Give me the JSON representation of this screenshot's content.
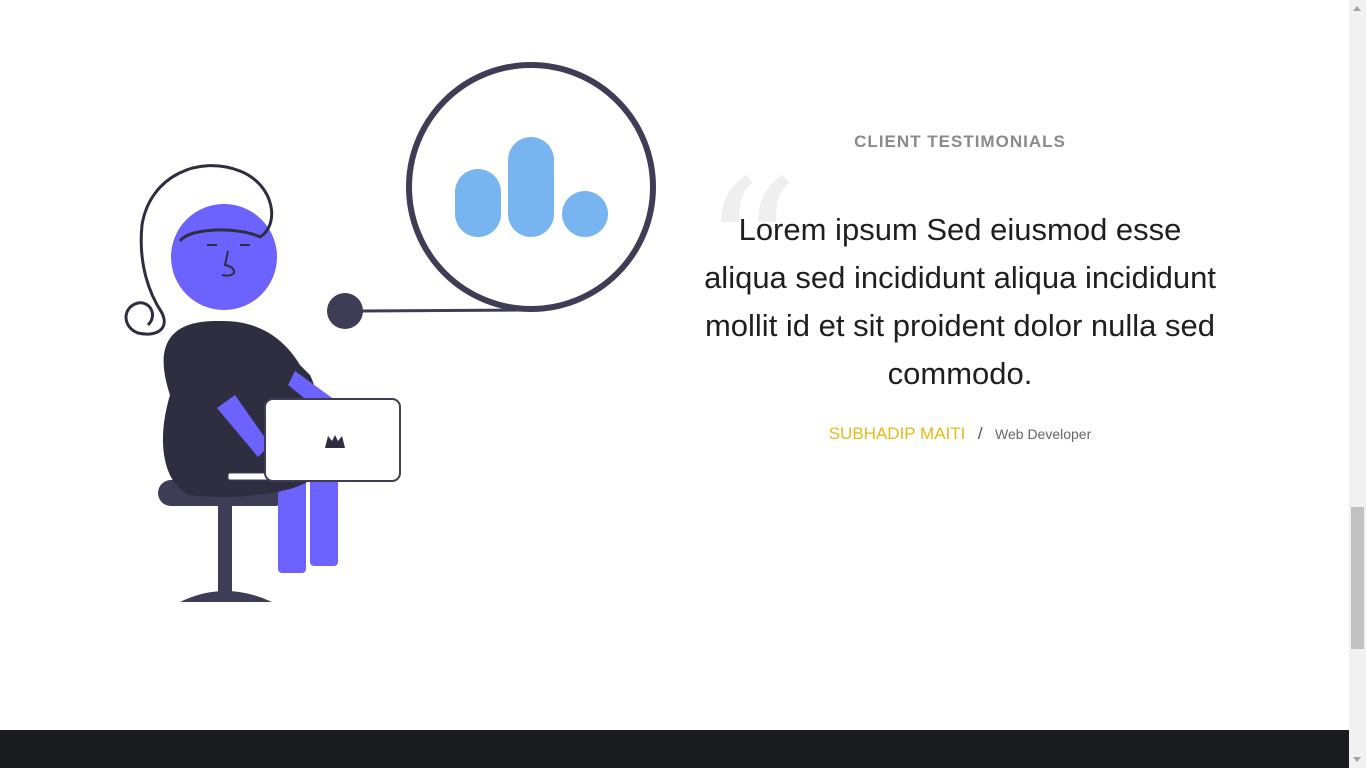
{
  "testimonials": {
    "section_label": "CLIENT TESTIMONIALS",
    "quote_mark": "“",
    "quote": "Lorem ipsum Sed eiusmod esse aliqua sed incididunt aliqua incididunt mollit id et sit proident dolor nulla sed commodo.",
    "author_name": "SUBHADIP MAITI",
    "separator": "/",
    "author_role": "Web Developer"
  },
  "illustration": {
    "icon": "person-with-laptop-illustration",
    "bubble_icon": "bar-chart-icon",
    "colors": {
      "accent_purple": "#6c63ff",
      "dark": "#3f3d56",
      "chart_blue": "#78b5f0"
    }
  },
  "colors": {
    "author_name": "#e9b818",
    "footer_bg": "#1a1b1e"
  }
}
